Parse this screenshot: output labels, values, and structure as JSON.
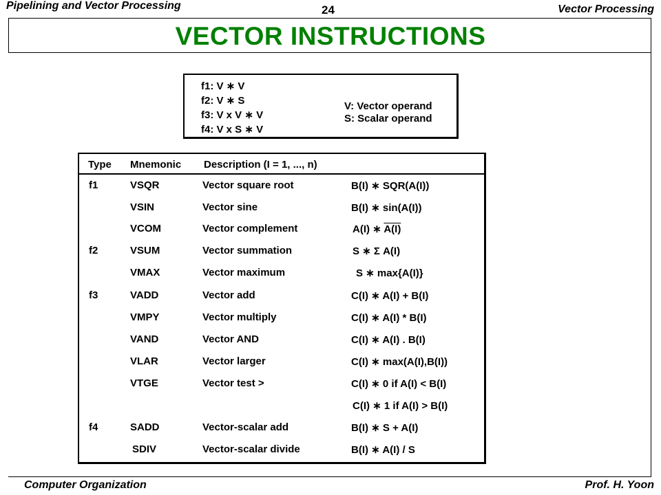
{
  "header": {
    "left": "Pipelining and Vector Processing",
    "page": "24",
    "right": "Vector Processing"
  },
  "title": "VECTOR  INSTRUCTIONS",
  "functions": {
    "lines": [
      "f1: V ∗ V",
      "f2: V ∗ S",
      "f3: V x V ∗ V",
      "f4: V x S ∗ V"
    ],
    "legend": [
      "V: Vector operand",
      "S: Scalar operand"
    ]
  },
  "table": {
    "headers": [
      "Type",
      "Mnemonic",
      "Description (I = 1, ..., n)"
    ],
    "rows": [
      {
        "type": "f1",
        "mnemonic": "VSQR",
        "description": "Vector square root",
        "op": "B(I) ∗  SQR(A(I))"
      },
      {
        "type": "",
        "mnemonic": "VSIN",
        "description": "Vector sine",
        "op": "B(I) ∗ sin(A(I))"
      },
      {
        "type": "",
        "mnemonic": "VCOM",
        "description": "Vector complement",
        "op_prefix": "A(I) ∗ ",
        "op_overline": "A(I)"
      },
      {
        "type": "f2",
        "mnemonic": "VSUM",
        "description": "Vector summation",
        "op": "S ∗ Σ A(I)"
      },
      {
        "type": "",
        "mnemonic": "VMAX",
        "description": "Vector maximum",
        "op": "S ∗ max{A(I)}"
      },
      {
        "type": "f3",
        "mnemonic": "VADD",
        "description": "Vector add",
        "op": "C(I) ∗ A(I) + B(I)"
      },
      {
        "type": "",
        "mnemonic": "VMPY",
        "description": "Vector multiply",
        "op": "C(I) ∗ A(I) * B(I)"
      },
      {
        "type": "",
        "mnemonic": "VAND",
        "description": "Vector AND",
        "op": "C(I) ∗ A(I) . B(I)"
      },
      {
        "type": "",
        "mnemonic": "VLAR",
        "description": "Vector larger",
        "op": "C(I) ∗ max(A(I),B(I))"
      },
      {
        "type": "",
        "mnemonic": "VTGE",
        "description": "Vector test >",
        "op": "C(I) ∗ 0 if A(I) < B(I)"
      },
      {
        "type": "",
        "mnemonic": "",
        "description": "",
        "op": "C(I) ∗ 1 if A(I) > B(I)"
      },
      {
        "type": "f4",
        "mnemonic": "SADD",
        "description": "Vector-scalar add",
        "op": "B(I) ∗ S + A(I)"
      },
      {
        "type": "",
        "mnemonic": "SDIV",
        "description": "Vector-scalar divide",
        "op": "B(I) ∗ A(I) / S"
      }
    ]
  },
  "footer": {
    "left": "Computer Organization",
    "right": "Prof.  H. Yoon"
  }
}
